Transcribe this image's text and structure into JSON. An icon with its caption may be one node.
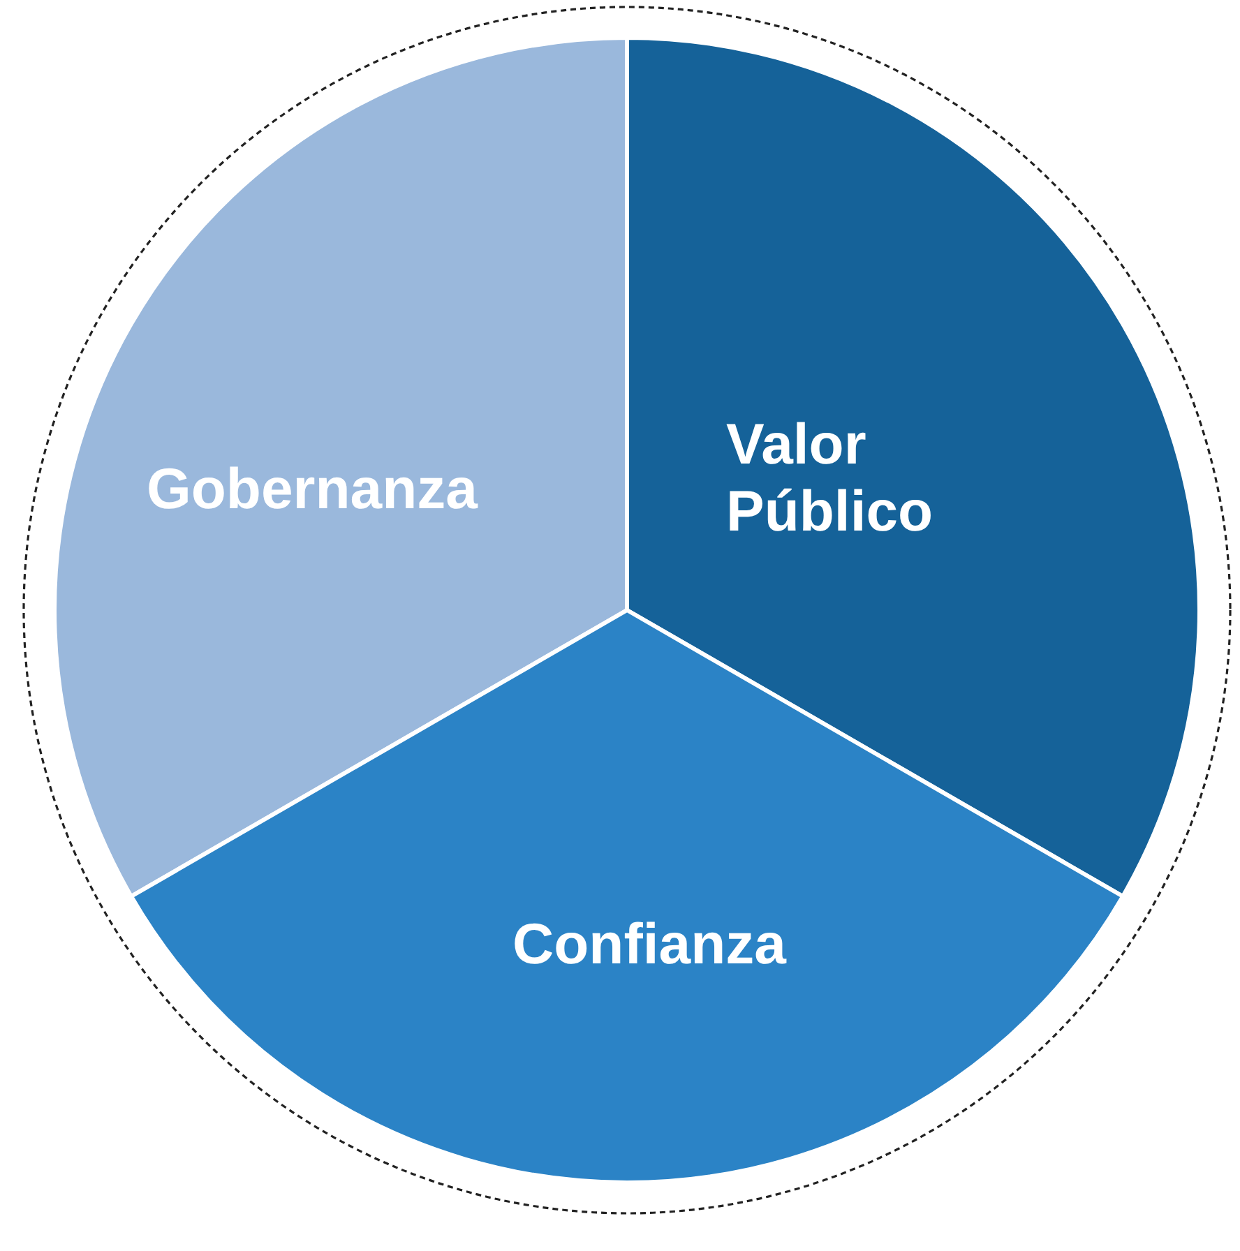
{
  "diagram": {
    "nodes": [
      {
        "text": [
          "Gobernanza"
        ]
      },
      {
        "text": [
          "Valor Público"
        ]
      },
      {
        "text": [
          "Confianza"
        ]
      }
    ]
  }
}
